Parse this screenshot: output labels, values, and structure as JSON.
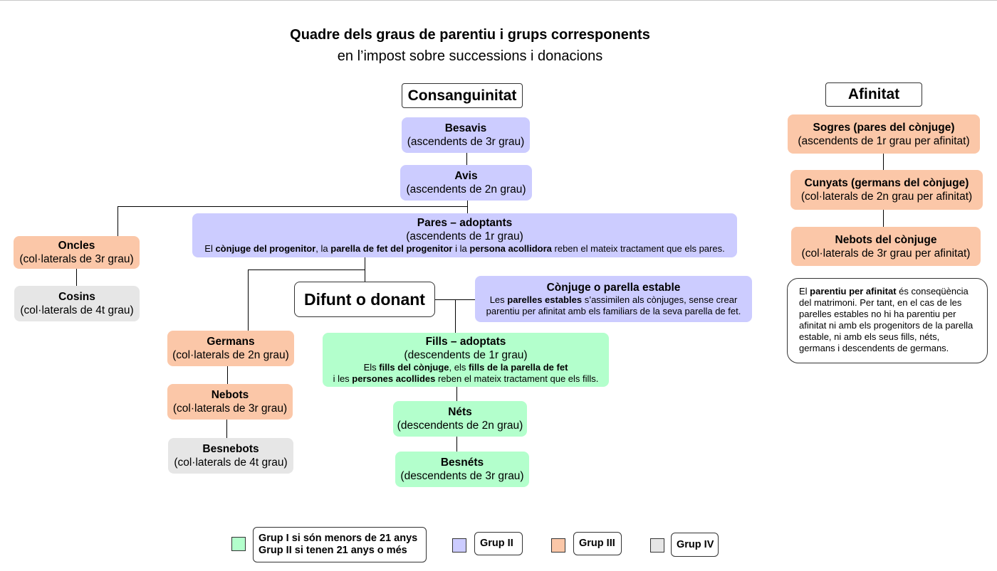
{
  "title": {
    "line1": "Quadre dels graus de parentiu i grups corresponents",
    "line2": "en l’impost sobre successions i donacions"
  },
  "headers": {
    "consanguinity": "Consanguinitat",
    "affinity": "Afinitat"
  },
  "deceased": "Difunt o donant",
  "boxes": {
    "besavis": {
      "name": "Besavis",
      "degree": "(ascendents de 3r grau)"
    },
    "avis": {
      "name": "Avis",
      "degree": "(ascendents de 2n grau)"
    },
    "pares": {
      "name": "Pares – adoptants",
      "degree": "(ascendents de 1r grau)",
      "note": [
        "El ",
        "cònjuge del progenitor",
        ", la ",
        "parella de fet del progenitor",
        " i la ",
        "persona acollidora",
        " reben el mateix tractament que els pares."
      ]
    },
    "oncles": {
      "name": "Oncles",
      "degree": "(col·laterals de 3r grau)"
    },
    "cosins": {
      "name": "Cosins",
      "degree": "(col·laterals de 4t grau)"
    },
    "germans": {
      "name": "Germans",
      "degree": "(col·laterals de 2n grau)"
    },
    "nebots": {
      "name": "Nebots",
      "degree": "(col·laterals de 3r grau)"
    },
    "besnebots": {
      "name": "Besnebots",
      "degree": "(col·laterals de 4t grau)"
    },
    "conjuge": {
      "name": "Cònjuge o parella estable",
      "note1": [
        "Les ",
        "parelles estables",
        " s’assimilen als cònjuges, sense crear"
      ],
      "note2": "parentiu per afinitat amb els familiars de la seva parella de fet."
    },
    "fills": {
      "name": "Fills – adoptats",
      "degree": "(descendents de 1r grau)",
      "note1": [
        "Els ",
        "fills del cònjuge",
        ", els ",
        "fills de la parella de fet"
      ],
      "note2": [
        "i les ",
        "persones acollides",
        " reben el mateix tractament que els fills."
      ]
    },
    "nets": {
      "name": "Néts",
      "degree": "(descendents de 2n grau)"
    },
    "besnets": {
      "name": "Besnéts",
      "degree": "(descendents de 3r grau)"
    },
    "sogres": {
      "name": "Sogres (pares del cònjuge)",
      "degree": "(ascendents de 1r grau per afinitat)"
    },
    "cunyats": {
      "name": "Cunyats (germans del cònjuge)",
      "degree": "(col·laterals de 2n grau per afinitat)"
    },
    "nebots_conjuge": {
      "name": "Nebots del cònjuge",
      "degree": "(col·laterals de 3r grau per afinitat)"
    }
  },
  "affinity_note": [
    "El ",
    "parentiu per afinitat",
    " és conseqüència del matrimoni. Per tant, en el cas de les parelles estables no hi ha parentiu per afinitat ni amb els progenitors de la parella estable, ni amb els seus fills, néts, germans i descendents de germans."
  ],
  "legend": {
    "group1_line1": "Grup I si són menors de 21 anys",
    "group1_line2": "Grup II si tenen 21 anys o més",
    "group2": "Grup II",
    "group3": "Grup III",
    "group4": "Grup IV"
  },
  "colors": {
    "group1": "#b3ffcc",
    "group2": "#ccccff",
    "group3": "#fbc7a8",
    "group4": "#e6e6e6"
  }
}
